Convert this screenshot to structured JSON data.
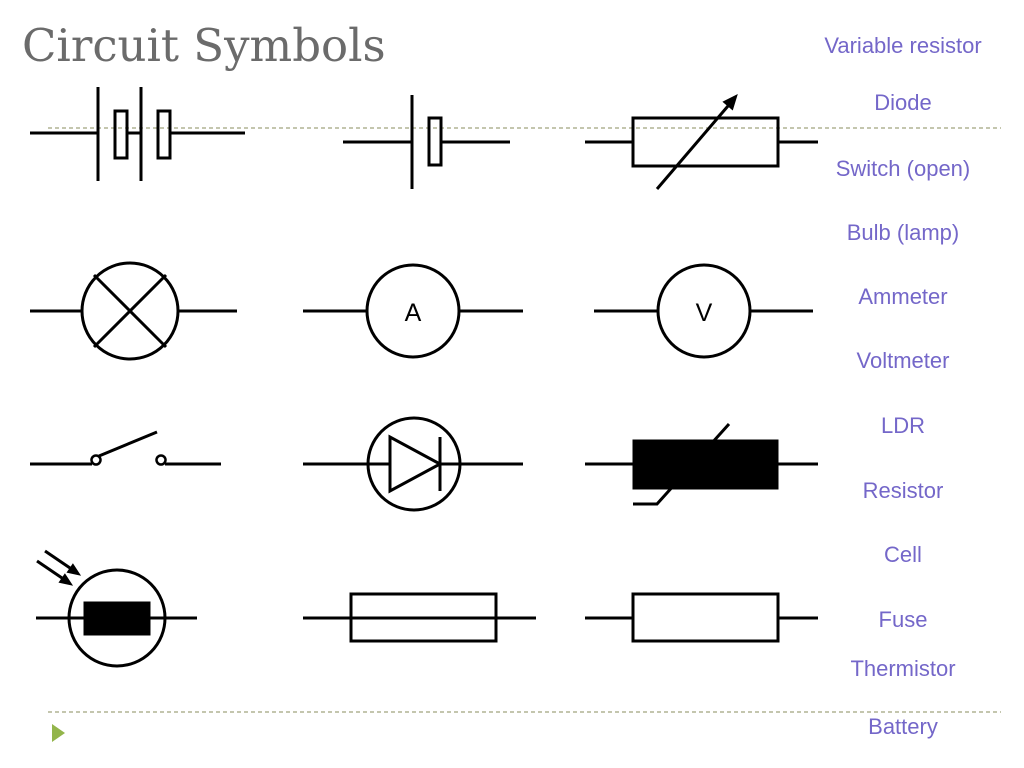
{
  "slide": {
    "title": "Circuit Symbols"
  },
  "labels": [
    "Variable resistor",
    "Diode",
    "Switch (open)",
    "Bulb (lamp)",
    "Ammeter",
    "Voltmeter",
    "LDR",
    "Resistor",
    "Cell",
    "Fuse",
    "Thermistor",
    "Battery"
  ],
  "meters": {
    "ammeter_letter": "A",
    "voltmeter_letter": "V"
  },
  "icons": {
    "footer_bullet": "triangle-right"
  },
  "colors": {
    "title": "#6b6b6b",
    "label": "#7467c9",
    "divider": "#b0b494",
    "bullet": "#93b54b",
    "symbol": "#000000",
    "background": "#ffffff"
  }
}
